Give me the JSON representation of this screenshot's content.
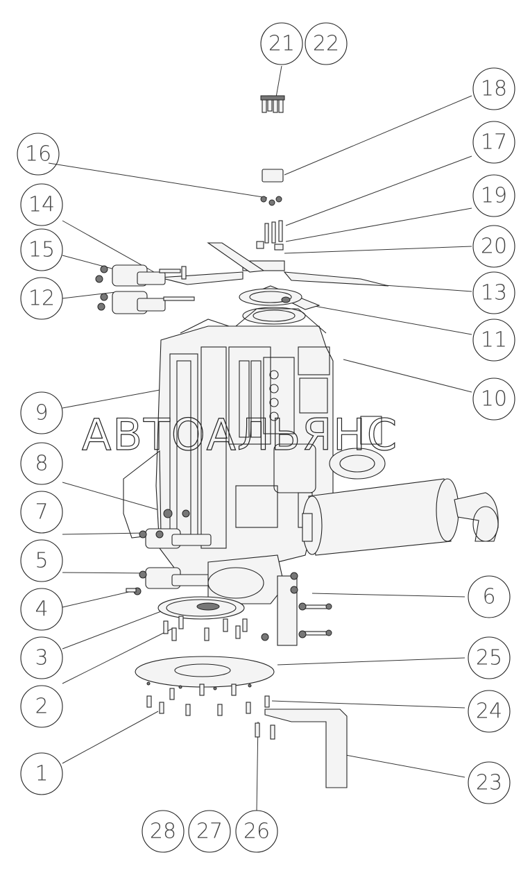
{
  "watermark": "АВТОАЛЬЯНС",
  "callouts": [
    {
      "id": "c21",
      "label": "21"
    },
    {
      "id": "c22",
      "label": "22"
    },
    {
      "id": "c18",
      "label": "18"
    },
    {
      "id": "c17",
      "label": "17"
    },
    {
      "id": "c16",
      "label": "16"
    },
    {
      "id": "c19",
      "label": "19"
    },
    {
      "id": "c14",
      "label": "14"
    },
    {
      "id": "c20",
      "label": "20"
    },
    {
      "id": "c15",
      "label": "15"
    },
    {
      "id": "c13",
      "label": "13"
    },
    {
      "id": "c12",
      "label": "12"
    },
    {
      "id": "c11",
      "label": "11"
    },
    {
      "id": "c10",
      "label": "10"
    },
    {
      "id": "c9",
      "label": "9"
    },
    {
      "id": "c8",
      "label": "8"
    },
    {
      "id": "c7",
      "label": "7"
    },
    {
      "id": "c5",
      "label": "5"
    },
    {
      "id": "c6",
      "label": "6"
    },
    {
      "id": "c4",
      "label": "4"
    },
    {
      "id": "c3",
      "label": "3"
    },
    {
      "id": "c25",
      "label": "25"
    },
    {
      "id": "c2",
      "label": "2"
    },
    {
      "id": "c24",
      "label": "24"
    },
    {
      "id": "c1",
      "label": "1"
    },
    {
      "id": "c23",
      "label": "23"
    },
    {
      "id": "c28",
      "label": "28"
    },
    {
      "id": "c27",
      "label": "27"
    },
    {
      "id": "c26",
      "label": "26"
    }
  ]
}
